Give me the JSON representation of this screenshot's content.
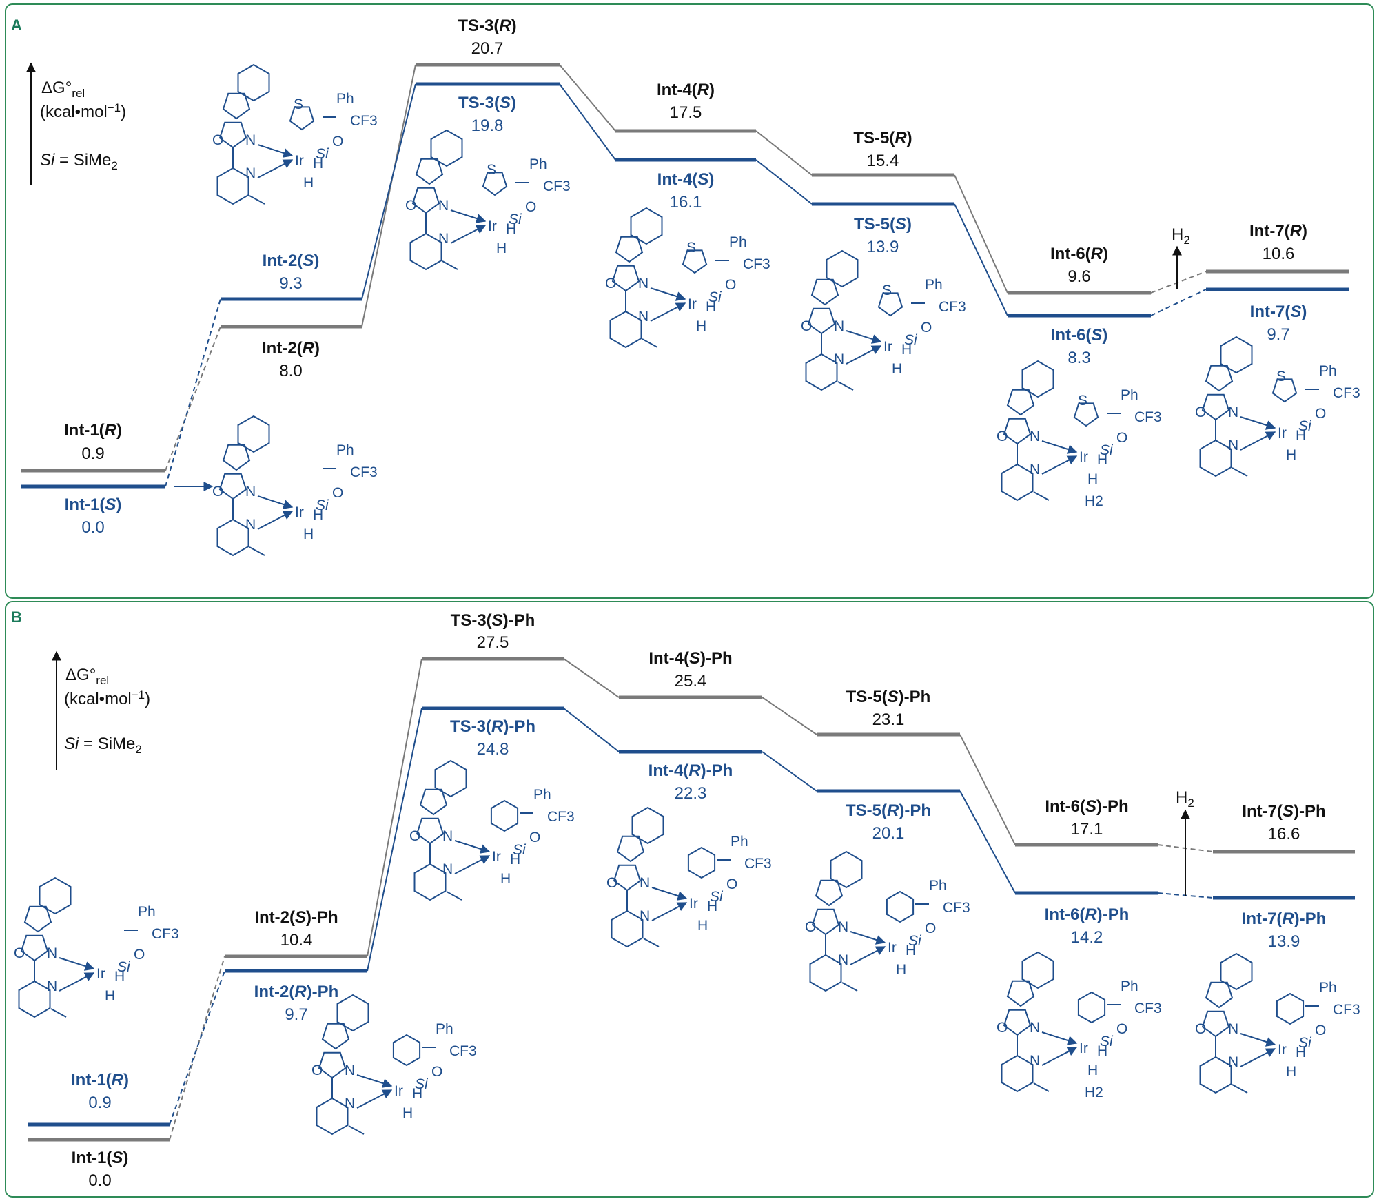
{
  "colors": {
    "panel_border": "#2e8b57",
    "panel_letter": "#1a7a5a",
    "blue": "#1f4e8c",
    "gray": "#7a7a7a",
    "black": "#111111"
  },
  "panels": [
    {
      "letter": "A",
      "axis_label_1": "ΔG°rel",
      "axis_label_2": "(kcal•mol⁻¹)",
      "si_note": "Si = SiMe2",
      "levels": [
        {
          "label": "Int-1(R)",
          "value": "0.9",
          "series": "gray"
        },
        {
          "label": "Int-1(S)",
          "value": "0.0",
          "series": "blue"
        },
        {
          "label": "Int-2(S)",
          "value": "9.3",
          "series": "blue"
        },
        {
          "label": "Int-2(R)",
          "value": "8.0",
          "series": "gray"
        },
        {
          "label": "TS-3(R)",
          "value": "20.7",
          "series": "gray"
        },
        {
          "label": "TS-3(S)",
          "value": "19.8",
          "series": "blue"
        },
        {
          "label": "Int-4(R)",
          "value": "17.5",
          "series": "gray"
        },
        {
          "label": "Int-4(S)",
          "value": "16.1",
          "series": "blue"
        },
        {
          "label": "TS-5(R)",
          "value": "15.4",
          "series": "gray"
        },
        {
          "label": "TS-5(S)",
          "value": "13.9",
          "series": "blue"
        },
        {
          "label": "Int-6(R)",
          "value": "9.6",
          "series": "gray"
        },
        {
          "label": "Int-6(S)",
          "value": "8.3",
          "series": "blue"
        },
        {
          "label": "Int-7(R)",
          "value": "10.6",
          "series": "gray"
        },
        {
          "label": "Int-7(S)",
          "value": "9.7",
          "series": "blue"
        }
      ],
      "h2_label": "H2"
    },
    {
      "letter": "B",
      "axis_label_1": "ΔG°rel",
      "axis_label_2": "(kcal•mol⁻¹)",
      "si_note": "Si = SiMe2",
      "levels": [
        {
          "label": "Int-1(R)",
          "value": "0.9",
          "series": "blue"
        },
        {
          "label": "Int-1(S)",
          "value": "0.0",
          "series": "gray"
        },
        {
          "label": "Int-2(S)-Ph",
          "value": "10.4",
          "series": "gray"
        },
        {
          "label": "Int-2(R)-Ph",
          "value": "9.7",
          "series": "blue"
        },
        {
          "label": "TS-3(S)-Ph",
          "value": "27.5",
          "series": "gray"
        },
        {
          "label": "TS-3(R)-Ph",
          "value": "24.8",
          "series": "blue"
        },
        {
          "label": "Int-4(S)-Ph",
          "value": "25.4",
          "series": "gray"
        },
        {
          "label": "Int-4(R)-Ph",
          "value": "22.3",
          "series": "blue"
        },
        {
          "label": "TS-5(S)-Ph",
          "value": "23.1",
          "series": "gray"
        },
        {
          "label": "TS-5(R)-Ph",
          "value": "20.1",
          "series": "blue"
        },
        {
          "label": "Int-6(S)-Ph",
          "value": "17.1",
          "series": "gray"
        },
        {
          "label": "Int-6(R)-Ph",
          "value": "14.2",
          "series": "blue"
        },
        {
          "label": "Int-7(S)-Ph",
          "value": "16.6",
          "series": "gray"
        },
        {
          "label": "Int-7(R)-Ph",
          "value": "13.9",
          "series": "blue"
        }
      ],
      "h2_label": "H2"
    }
  ],
  "structure_labels": {
    "ir": "Ir",
    "h": "H",
    "n": "N",
    "o": "O",
    "s": "S",
    "si": "Si",
    "ph": "Ph",
    "cf3": "CF3",
    "h2": "H2"
  }
}
